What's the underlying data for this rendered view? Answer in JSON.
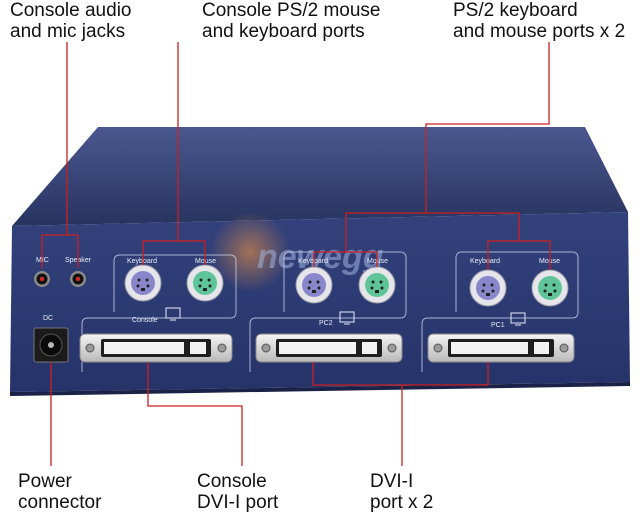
{
  "callouts": {
    "audio": {
      "line1": "Console audio",
      "line2": "and mic jacks"
    },
    "console_ps2": {
      "line1": "Console PS/2 mouse",
      "line2": "and keyboard ports"
    },
    "pc_ps2": {
      "line1": "PS/2 keyboard",
      "line2": "and mouse ports x 2"
    },
    "power": {
      "line1": "Power",
      "line2": "connector"
    },
    "console_dvi": {
      "line1": "Console",
      "line2": "DVI-I port"
    },
    "pc_dvi": {
      "line1": "DVI-I",
      "line2": "port x 2"
    }
  },
  "panel": {
    "mic": "MIC",
    "speaker": "Speaker",
    "dc": "DC",
    "keyboard": "Keyboard",
    "mouse": "Mouse",
    "console": "Console",
    "pc2": "PC2",
    "pc1": "PC1",
    "watermark": "newegg"
  },
  "colors": {
    "callout_line": "#cc1f1f",
    "chassis": "#2d3b72",
    "keyboard_port": "#8a86cc",
    "mouse_port": "#5fc49a"
  }
}
